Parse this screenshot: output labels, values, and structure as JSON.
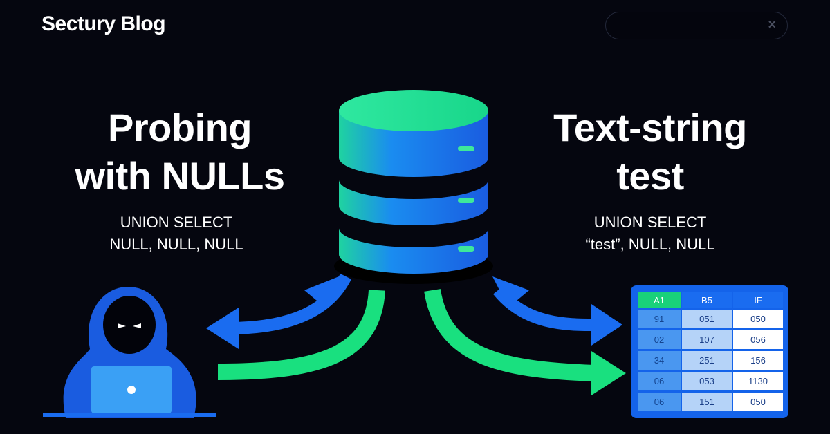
{
  "header": {
    "brand": "Sectury Blog",
    "search": {
      "clear_icon": "close-icon",
      "clear_label": "×"
    }
  },
  "left_panel": {
    "title_line1": "Probing",
    "title_line2": "with NULLs",
    "code_line1": "UNION SELECT",
    "code_line2": "NULL, NULL, NULL"
  },
  "right_panel": {
    "title_line1": "Text-string",
    "title_line2": "test",
    "code_line1": "UNION SELECT",
    "code_line2": "“test”, NULL, NULL"
  },
  "result_table": {
    "headers": [
      "A1",
      "B5",
      "IF"
    ],
    "rows": [
      [
        "91",
        "051",
        "050"
      ],
      [
        "02",
        "107",
        "056"
      ],
      [
        "34",
        "251",
        "156"
      ],
      [
        "06",
        "053",
        "1130"
      ],
      [
        "06",
        "151",
        "050"
      ]
    ]
  },
  "colors": {
    "background": "#05060f",
    "blue": "#1a6cf0",
    "green": "#19e07f"
  }
}
